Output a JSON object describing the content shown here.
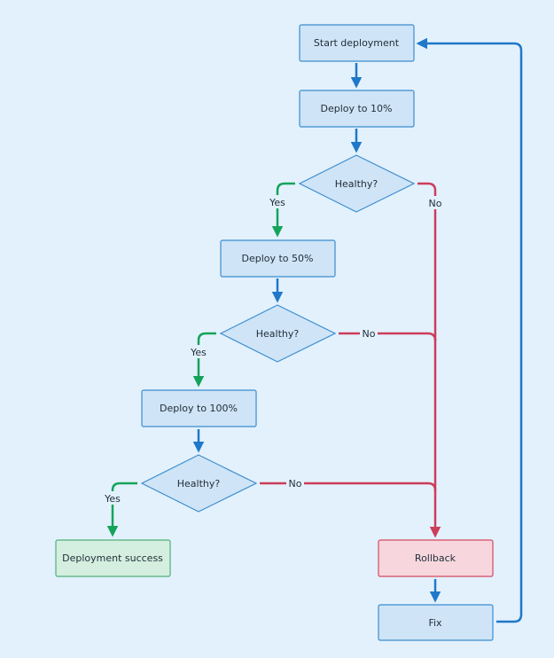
{
  "colors": {
    "background": "#e3f1fd",
    "process_fill": "#cfe4f6",
    "process_stroke": "#3b8dd0",
    "decision_fill": "#cfe4f6",
    "success_fill": "#d4efdf",
    "success_stroke": "#52b07a",
    "rollback_fill": "#f7d7dd",
    "rollback_stroke": "#d34a62",
    "flow_blue": "#1f78c8",
    "flow_green": "#15a35a",
    "flow_red": "#cc3d5a"
  },
  "nodes": {
    "start": "Start deployment",
    "deploy10": "Deploy to 10%",
    "check1": "Healthy?",
    "deploy50": "Deploy to 50%",
    "check2": "Healthy?",
    "deploy100": "Deploy to 100%",
    "check3": "Healthy?",
    "success": "Deployment success",
    "rollback": "Rollback",
    "fix": "Fix"
  },
  "edge_labels": {
    "yes1": "Yes",
    "no1": "No",
    "yes2": "Yes",
    "no2": "No",
    "yes3": "Yes",
    "no3": "No"
  }
}
